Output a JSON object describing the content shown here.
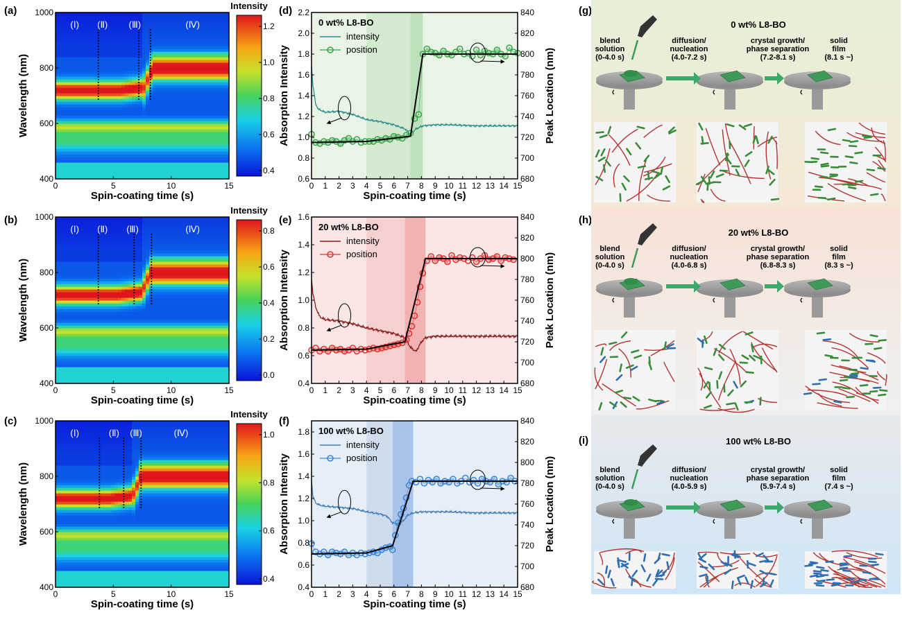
{
  "panel_labels": {
    "a": "(a)",
    "b": "(b)",
    "c": "(c)",
    "d": "(d)",
    "e": "(e)",
    "f": "(f)",
    "g": "(g)",
    "h": "(h)",
    "i": "(i)"
  },
  "colors": {
    "heat_low": "#0a1fd8",
    "heat_mid": "#3ec27a",
    "heat_high": "#e0141c",
    "p0_line": "#2a8c8c",
    "p0_marker": "#3aa64a",
    "p20_line": "#8b1a1a",
    "p20_marker": "#e0332f",
    "p100_line": "#3f7fb5",
    "p100_marker": "#3b86d6",
    "p0_bg": "#e9f3e6",
    "p20_bg": "#fbe6e6",
    "p100_bg": "#e6eef8",
    "arrow": "#3aaa6a",
    "donor": "#b3332f",
    "acc_green": "#3a8c3a",
    "acc_blue": "#2f6fb0"
  },
  "chart_data": [
    {
      "type": "heatmap",
      "id": "a",
      "xlabel": "Spin-coating time (s)",
      "ylabel": "Wavelength (nm)",
      "xlim": [
        0,
        15
      ],
      "ylim": [
        400,
        1000
      ],
      "xticks": [
        "0",
        "5",
        "10",
        "15"
      ],
      "yticks": [
        "400",
        "600",
        "800",
        "1000"
      ],
      "colorbar_title": "Intensity",
      "colorbar_ticks": [
        "0.4",
        "0.6",
        "0.8",
        "1.0",
        "1.2"
      ],
      "stage_labels": [
        "(Ⅰ)",
        "(Ⅱ)",
        "(Ⅲ)",
        "(Ⅳ)"
      ],
      "stage_label_x": [
        1.3,
        3.7,
        6.5,
        11.5
      ],
      "stage_bounds": [
        3.7,
        7.2,
        8.2
      ],
      "blue_shift_time": 7.6
    },
    {
      "type": "heatmap",
      "id": "b",
      "xlabel": "Spin-coating time (s)",
      "ylabel": "Wavelength (nm)",
      "xlim": [
        0,
        15
      ],
      "ylim": [
        400,
        1000
      ],
      "xticks": [
        "0",
        "5",
        "10",
        "15"
      ],
      "yticks": [
        "400",
        "600",
        "800",
        "1000"
      ],
      "colorbar_title": "Intensity",
      "colorbar_ticks": [
        "0.0",
        "0.2",
        "0.4",
        "0.6",
        "0.8"
      ],
      "stage_labels": [
        "(Ⅰ)",
        "(Ⅱ)",
        "(Ⅲ)",
        "(Ⅳ)"
      ],
      "stage_label_x": [
        1.3,
        3.7,
        6.3,
        11.5
      ],
      "stage_bounds": [
        3.7,
        6.8,
        8.3
      ],
      "blue_shift_time": 7.4
    },
    {
      "type": "heatmap",
      "id": "c",
      "xlabel": "Spin-coating time (s)",
      "ylabel": "Wavelength (nm)",
      "xlim": [
        0,
        15
      ],
      "ylim": [
        400,
        1000
      ],
      "xticks": [
        "0",
        "5",
        "10",
        "15"
      ],
      "yticks": [
        "400",
        "600",
        "800",
        "1000"
      ],
      "colorbar_title": "Intensity",
      "colorbar_ticks": [
        "0.4",
        "0.6",
        "0.8",
        "1.0"
      ],
      "stage_labels": [
        "(Ⅰ)",
        "(Ⅱ)",
        "(Ⅲ)",
        "(Ⅳ)"
      ],
      "stage_label_x": [
        1.3,
        4.7,
        6.6,
        10.5
      ],
      "stage_bounds": [
        3.8,
        5.9,
        7.4
      ],
      "blue_shift_time": 6.6
    },
    {
      "type": "line",
      "id": "d",
      "annotation": "0 wt% L8-BO",
      "xlabel": "Spin-coating time (s)",
      "ylabel_left": "Absorption Intensity",
      "ylabel_right": "Peak Location (nm)",
      "xlim": [
        0,
        15
      ],
      "ylim_left": [
        0.6,
        2.2
      ],
      "ylim_right": [
        680,
        840
      ],
      "xticks": [
        "0",
        "1",
        "2",
        "3",
        "4",
        "5",
        "6",
        "7",
        "8",
        "9",
        "10",
        "11",
        "12",
        "13",
        "14",
        "15"
      ],
      "yticks_left": [
        "0.6",
        "0.8",
        "1.0",
        "1.2",
        "1.4",
        "1.6",
        "1.8",
        "2.0",
        "2.2"
      ],
      "yticks_right": [
        "680",
        "700",
        "720",
        "740",
        "760",
        "780",
        "800",
        "820",
        "840"
      ],
      "shading": [
        [
          4.0,
          7.2
        ],
        [
          7.2,
          8.1
        ]
      ],
      "legend": [
        "intensity",
        "position"
      ],
      "intensity": {
        "x": [
          0,
          0.1,
          0.3,
          0.5,
          1,
          2,
          3,
          4,
          5,
          6,
          6.8,
          7.2,
          7.6,
          8.1,
          9,
          10,
          12,
          15
        ],
        "y": [
          1.68,
          1.5,
          1.32,
          1.27,
          1.24,
          1.25,
          1.22,
          1.17,
          1.15,
          1.12,
          1.08,
          1.03,
          1.08,
          1.11,
          1.12,
          1.12,
          1.11,
          1.11
        ]
      },
      "position": {
        "x": [
          0,
          0.3,
          0.6,
          0.9,
          1.2,
          1.5,
          1.8,
          2.1,
          2.4,
          2.7,
          3.0,
          3.3,
          3.6,
          3.9,
          4.2,
          4.5,
          4.8,
          5.1,
          5.4,
          5.7,
          6.0,
          6.3,
          6.6,
          6.9,
          7.2,
          7.5,
          7.8,
          8.1,
          8.4,
          8.7,
          9.0,
          9.3,
          9.6,
          9.9,
          10.2,
          10.5,
          10.8,
          11.1,
          11.4,
          11.7,
          12.0,
          12.3,
          12.6,
          12.9,
          13.2,
          13.5,
          13.8,
          14.1,
          14.4,
          14.7,
          15.0
        ],
        "y": [
          723,
          715,
          714,
          716,
          715,
          717,
          716,
          714,
          717,
          719,
          716,
          718,
          715,
          716,
          716,
          716,
          718,
          717,
          719,
          718,
          721,
          720,
          719,
          722,
          724,
          738,
          742,
          800,
          805,
          802,
          801,
          799,
          803,
          800,
          799,
          802,
          805,
          800,
          801,
          798,
          804,
          799,
          803,
          801,
          800,
          804,
          800,
          798,
          806,
          802,
          801
        ]
      },
      "fit": {
        "x": [
          0,
          4.0,
          7.2,
          8.1,
          15
        ],
        "y": [
          715,
          716,
          721,
          800,
          800
        ]
      }
    },
    {
      "type": "line",
      "id": "e",
      "annotation": "20 wt% L8-BO",
      "xlabel": "Spin-coating time (s)",
      "ylabel_left": "Absorption Intensity",
      "ylabel_right": "Peak Location (nm)",
      "xlim": [
        0,
        15
      ],
      "ylim_left": [
        0.4,
        1.6
      ],
      "ylim_right": [
        680,
        840
      ],
      "xticks": [
        "0",
        "1",
        "2",
        "3",
        "4",
        "5",
        "6",
        "7",
        "8",
        "9",
        "10",
        "11",
        "12",
        "13",
        "14",
        "15"
      ],
      "yticks_left": [
        "0.4",
        "0.6",
        "0.8",
        "1.0",
        "1.2",
        "1.4",
        "1.6"
      ],
      "yticks_right": [
        "680",
        "700",
        "720",
        "740",
        "760",
        "780",
        "800",
        "820",
        "840"
      ],
      "shading": [
        [
          4.0,
          6.8
        ],
        [
          6.8,
          8.3
        ]
      ],
      "legend": [
        "intensity",
        "position"
      ],
      "intensity": {
        "x": [
          0,
          0.1,
          0.3,
          0.6,
          1,
          2,
          3,
          4,
          5,
          6,
          6.8,
          7.2,
          7.6,
          8.0,
          8.3,
          9,
          10,
          12,
          15
        ],
        "y": [
          1.15,
          1.05,
          0.95,
          0.88,
          0.86,
          0.85,
          0.83,
          0.8,
          0.78,
          0.76,
          0.73,
          0.66,
          0.63,
          0.7,
          0.73,
          0.74,
          0.74,
          0.74,
          0.74
        ]
      },
      "position": {
        "x": [
          0,
          0.3,
          0.6,
          0.9,
          1.2,
          1.5,
          1.8,
          2.1,
          2.4,
          2.7,
          3.0,
          3.3,
          3.6,
          3.9,
          4.2,
          4.5,
          4.8,
          5.1,
          5.4,
          5.7,
          6.0,
          6.3,
          6.6,
          6.9,
          7.1,
          7.3,
          7.5,
          7.7,
          7.9,
          8.1,
          8.4,
          8.7,
          9.0,
          9.3,
          9.6,
          9.9,
          10.2,
          10.5,
          10.8,
          11.1,
          11.4,
          11.7,
          12.0,
          12.3,
          12.6,
          12.9,
          13.2,
          13.5,
          13.8,
          14.1,
          14.4,
          14.7
        ],
        "y": [
          712,
          714,
          711,
          713,
          711,
          714,
          712,
          713,
          711,
          712,
          714,
          711,
          713,
          712,
          713,
          714,
          713,
          714,
          715,
          716,
          717,
          718,
          719,
          722,
          728,
          735,
          745,
          758,
          773,
          786,
          798,
          802,
          798,
          801,
          800,
          797,
          803,
          799,
          801,
          800,
          798,
          801,
          797,
          800,
          803,
          799,
          800,
          802,
          798,
          801,
          800,
          799
        ]
      },
      "fit": {
        "x": [
          0,
          4.0,
          6.8,
          8.3,
          15
        ],
        "y": [
          712,
          713,
          720,
          800,
          800
        ]
      }
    },
    {
      "type": "line",
      "id": "f",
      "annotation": "100 wt% L8-BO",
      "xlabel": "Spin-coating time (s)",
      "ylabel_left": "Absorption Intensity",
      "ylabel_right": "Peak Location (nm)",
      "xlim": [
        0,
        15
      ],
      "ylim_left": [
        0.4,
        1.9
      ],
      "ylim_right": [
        680,
        840
      ],
      "xticks": [
        "0",
        "1",
        "2",
        "3",
        "4",
        "5",
        "6",
        "7",
        "8",
        "9",
        "10",
        "11",
        "12",
        "13",
        "14",
        "15"
      ],
      "yticks_left": [
        "0.4",
        "0.6",
        "0.8",
        "1.0",
        "1.2",
        "1.4",
        "1.6",
        "1.8"
      ],
      "yticks_right": [
        "680",
        "700",
        "720",
        "740",
        "760",
        "780",
        "800",
        "820",
        "840"
      ],
      "shading": [
        [
          4.0,
          5.9
        ],
        [
          5.9,
          7.4
        ]
      ],
      "legend": [
        "intensity",
        "position"
      ],
      "intensity": {
        "x": [
          0,
          0.1,
          0.3,
          0.6,
          1,
          2,
          3,
          4,
          5,
          5.5,
          5.9,
          6.3,
          6.7,
          7.0,
          7.4,
          8,
          9,
          10,
          12,
          15
        ],
        "y": [
          1.36,
          1.22,
          1.16,
          1.14,
          1.13,
          1.12,
          1.11,
          1.08,
          1.06,
          1.04,
          0.98,
          0.97,
          1.0,
          1.05,
          1.07,
          1.08,
          1.08,
          1.08,
          1.07,
          1.07
        ]
      },
      "position": {
        "x": [
          0,
          0.3,
          0.6,
          0.9,
          1.2,
          1.5,
          1.8,
          2.1,
          2.4,
          2.7,
          3.0,
          3.3,
          3.6,
          3.9,
          4.2,
          4.5,
          4.8,
          5.1,
          5.4,
          5.7,
          5.9,
          6.1,
          6.3,
          6.5,
          6.7,
          6.9,
          7.1,
          7.3,
          7.6,
          7.9,
          8.2,
          8.5,
          8.8,
          9.1,
          9.4,
          9.7,
          10.0,
          10.3,
          10.6,
          10.9,
          11.2,
          11.5,
          11.8,
          12.1,
          12.4,
          12.7,
          13.0,
          13.3,
          13.6,
          13.9,
          14.2,
          14.5,
          14.8
        ],
        "y": [
          722,
          714,
          712,
          714,
          711,
          714,
          713,
          712,
          714,
          711,
          713,
          711,
          713,
          712,
          713,
          714,
          713,
          716,
          718,
          719,
          716,
          730,
          742,
          750,
          756,
          766,
          778,
          782,
          781,
          784,
          780,
          783,
          781,
          784,
          780,
          782,
          781,
          784,
          780,
          782,
          785,
          781,
          783,
          780,
          784,
          782,
          781,
          784,
          779,
          782,
          781,
          785,
          782
        ]
      },
      "fit": {
        "x": [
          0,
          4.0,
          5.9,
          7.4,
          15
        ],
        "y": [
          712,
          713,
          720,
          782,
          782
        ]
      }
    }
  ],
  "schemes": [
    {
      "id": "g",
      "title": "0 wt% L8-BO",
      "steps": [
        {
          "l1": "blend",
          "l2": "solution",
          "l3": "(0-4.0 s)"
        },
        {
          "l1": "diffusion/",
          "l2": "nucleation",
          "l3": "(4.0-7.2 s)"
        },
        {
          "l1": "crystal growth/",
          "l2": "phase separation",
          "l3": "(7.2-8.1 s)"
        },
        {
          "l1": "solid",
          "l2": "film",
          "l3": "(8.1 s ~)"
        }
      ],
      "acceptor": "#3a8c3a"
    },
    {
      "id": "h",
      "title": "20 wt% L8-BO",
      "steps": [
        {
          "l1": "blend",
          "l2": "solution",
          "l3": "(0-4.0 s)"
        },
        {
          "l1": "diffusion/",
          "l2": "nucleation",
          "l3": "(4.0-6.8 s)"
        },
        {
          "l1": "crystal growth/",
          "l2": "phase separation",
          "l3": "(6.8-8.3 s)"
        },
        {
          "l1": "solid",
          "l2": "film",
          "l3": "(8.3 s ~)"
        }
      ],
      "acceptor": "mixed"
    },
    {
      "id": "i",
      "title": "100 wt% L8-BO",
      "steps": [
        {
          "l1": "blend",
          "l2": "solution",
          "l3": "(0-4.0 s)"
        },
        {
          "l1": "diffusion/",
          "l2": "nucleation",
          "l3": "(4.0-5.9 s)"
        },
        {
          "l1": "crystal growth/",
          "l2": "phase separation",
          "l3": "(5.9-7.4 s)"
        },
        {
          "l1": "solid",
          "l2": "film",
          "l3": "(7.4 s ~)"
        }
      ],
      "acceptor": "#2f6fb0"
    }
  ]
}
